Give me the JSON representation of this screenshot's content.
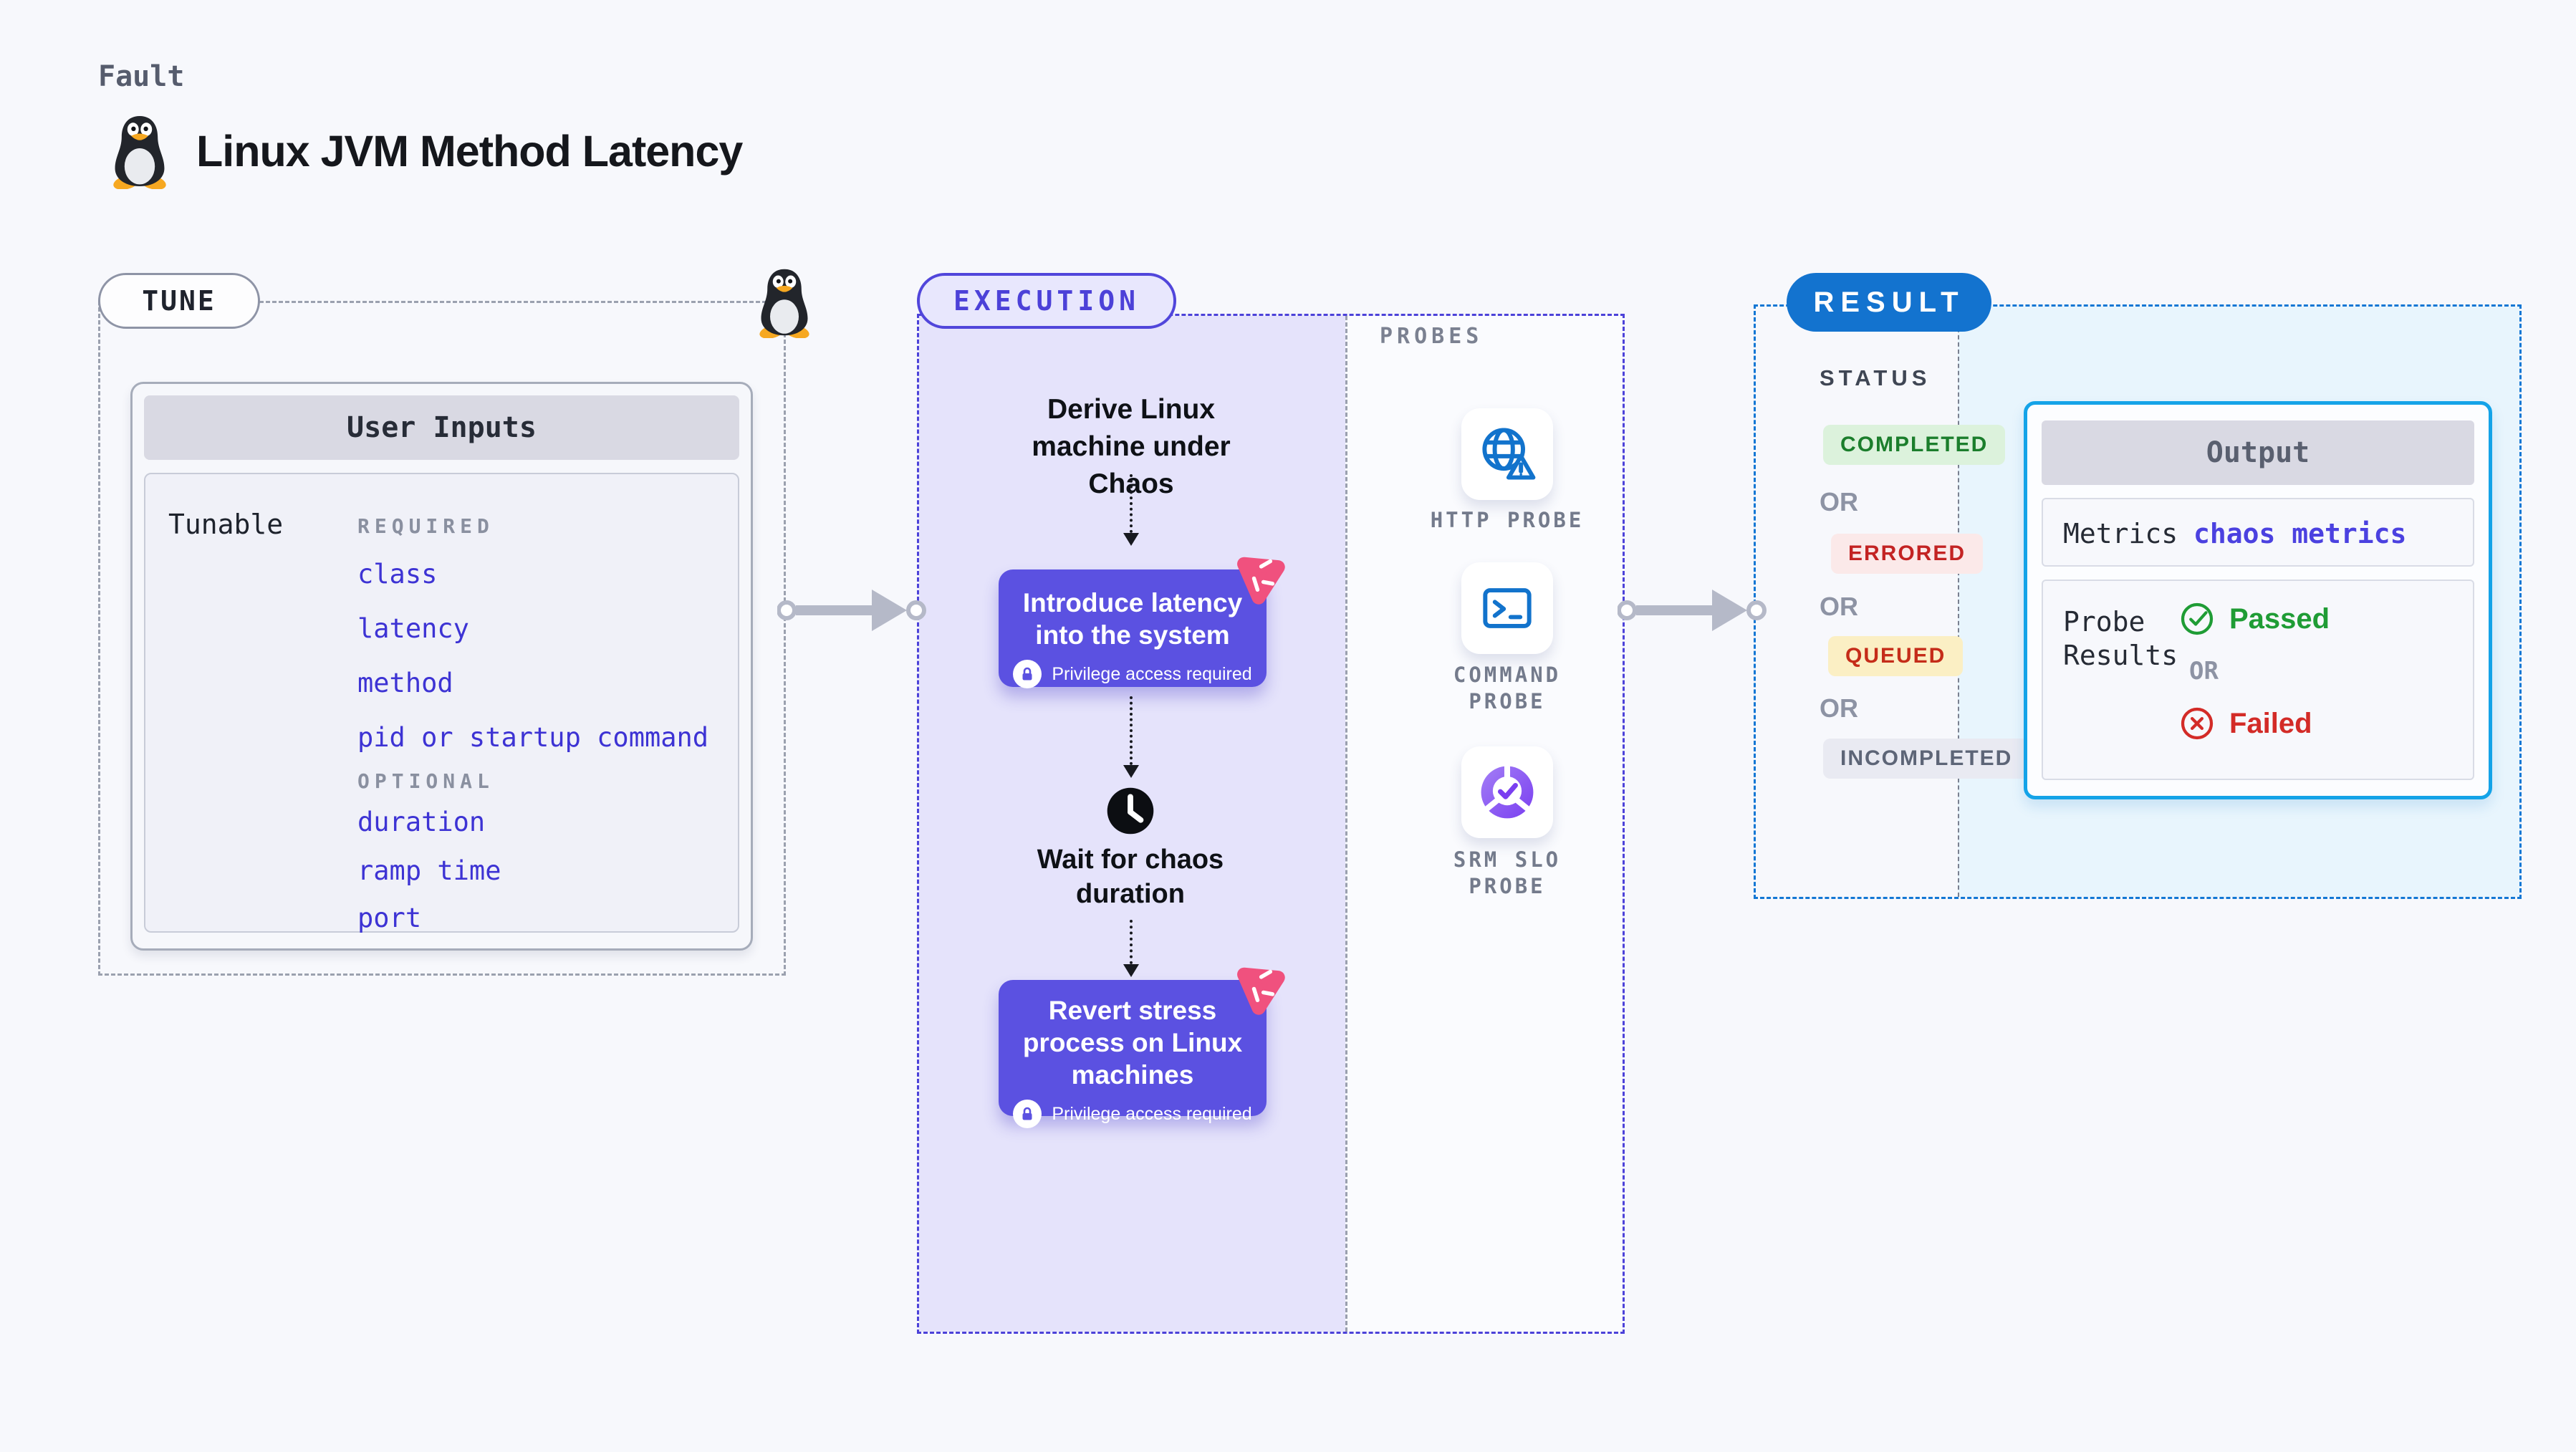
{
  "header": {
    "kicker": "Fault",
    "title": "Linux JVM Method Latency"
  },
  "tune": {
    "label": "TUNE",
    "card_title": "User Inputs",
    "row_label": "Tunable",
    "required_label": "REQUIRED",
    "required_items": [
      "class",
      "latency",
      "method",
      "pid or startup command"
    ],
    "optional_label": "OPTIONAL",
    "optional_items": [
      "duration",
      "ramp time",
      "port"
    ]
  },
  "execution": {
    "label": "EXECUTION",
    "step_derive": "Derive Linux machine under Chaos",
    "step_introduce": "Introduce latency into the system",
    "step_wait": "Wait for chaos duration",
    "step_revert": "Revert stress process on Linux machines",
    "privilege_label": "Privilege access required",
    "probes_label": "PROBES",
    "probes": [
      {
        "label": "HTTP PROBE"
      },
      {
        "label": "COMMAND PROBE"
      },
      {
        "label": "SRM SLO PROBE"
      }
    ]
  },
  "result": {
    "label": "RESULT",
    "status_label": "STATUS",
    "or_label": "OR",
    "statuses": [
      {
        "label": "COMPLETED",
        "fg": "#1b7e2c",
        "bg": "#dcf2dc"
      },
      {
        "label": "ERRORED",
        "fg": "#c32323",
        "bg": "#fbe9e9"
      },
      {
        "label": "QUEUED",
        "fg": "#c52c19",
        "bg": "#fbefc4"
      },
      {
        "label": "INCOMPLETED",
        "fg": "#5d6577",
        "bg": "#e9eaf2"
      }
    ],
    "output": {
      "title": "Output",
      "metrics_label": "Metrics",
      "metrics_value": "chaos metrics",
      "probe_results_label": "Probe Results",
      "passed_label": "Passed",
      "failed_label": "Failed"
    }
  },
  "colors": {
    "accent_indigo": "#5b51e1",
    "accent_blue": "#1373cf",
    "accent_cyan": "#14a3e8",
    "accent_pink": "#f0517e",
    "passed_green": "#1f9c35",
    "failed_red": "#d32b27",
    "probe_icon_blue": "#1273cc",
    "page_bg": "#f7f8fc"
  }
}
